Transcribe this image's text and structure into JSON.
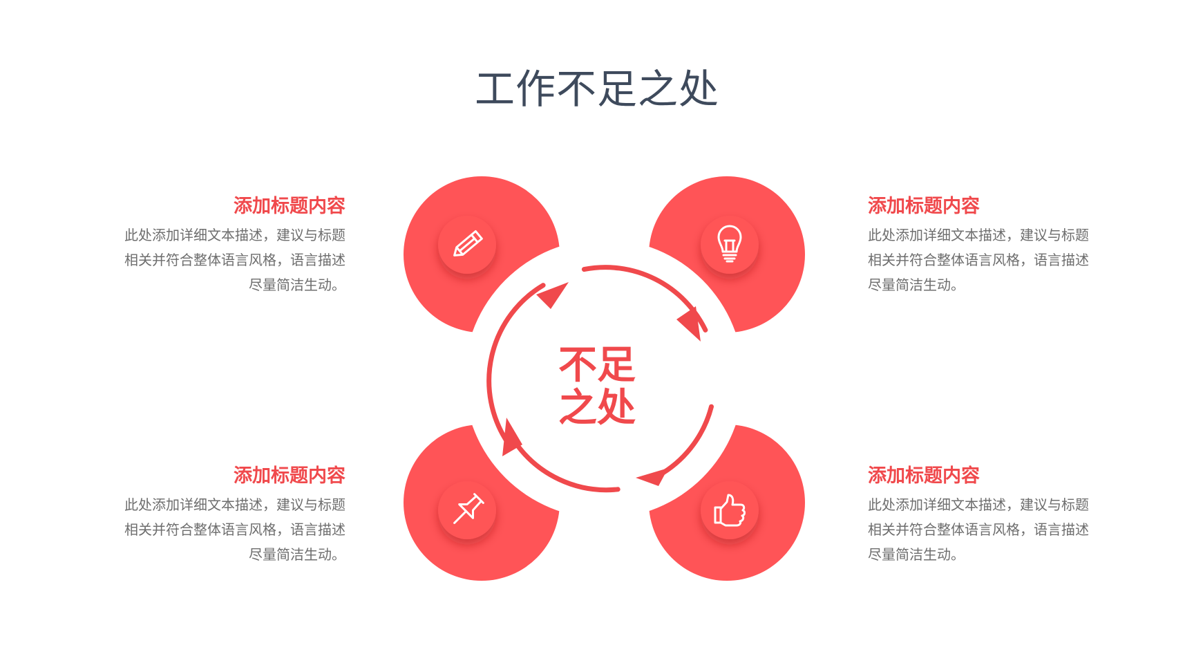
{
  "title": "工作不足之处",
  "center": {
    "line1": "不足",
    "line2": "之处"
  },
  "colors": {
    "accent": "#f0494c",
    "title": "#3e4a5c",
    "desc": "#6d6d6d"
  },
  "items": [
    {
      "position": "top-left",
      "icon": "pencil-icon",
      "title": "添加标题内容",
      "desc": "此处添加详细文本描述，建议与标题相关并符合整体语言风格，语言描述尽量简洁生动。"
    },
    {
      "position": "top-right",
      "icon": "lightbulb-icon",
      "title": "添加标题内容",
      "desc": "此处添加详细文本描述，建议与标题相关并符合整体语言风格，语言描述尽量简洁生动。"
    },
    {
      "position": "bottom-left",
      "icon": "pushpin-icon",
      "title": "添加标题内容",
      "desc": "此处添加详细文本描述，建议与标题相关并符合整体语言风格，语言描述尽量简洁生动。"
    },
    {
      "position": "bottom-right",
      "icon": "thumbs-up-icon",
      "title": "添加标题内容",
      "desc": "此处添加详细文本描述，建议与标题相关并符合整体语言风格，语言描述尽量简洁生动。"
    }
  ]
}
